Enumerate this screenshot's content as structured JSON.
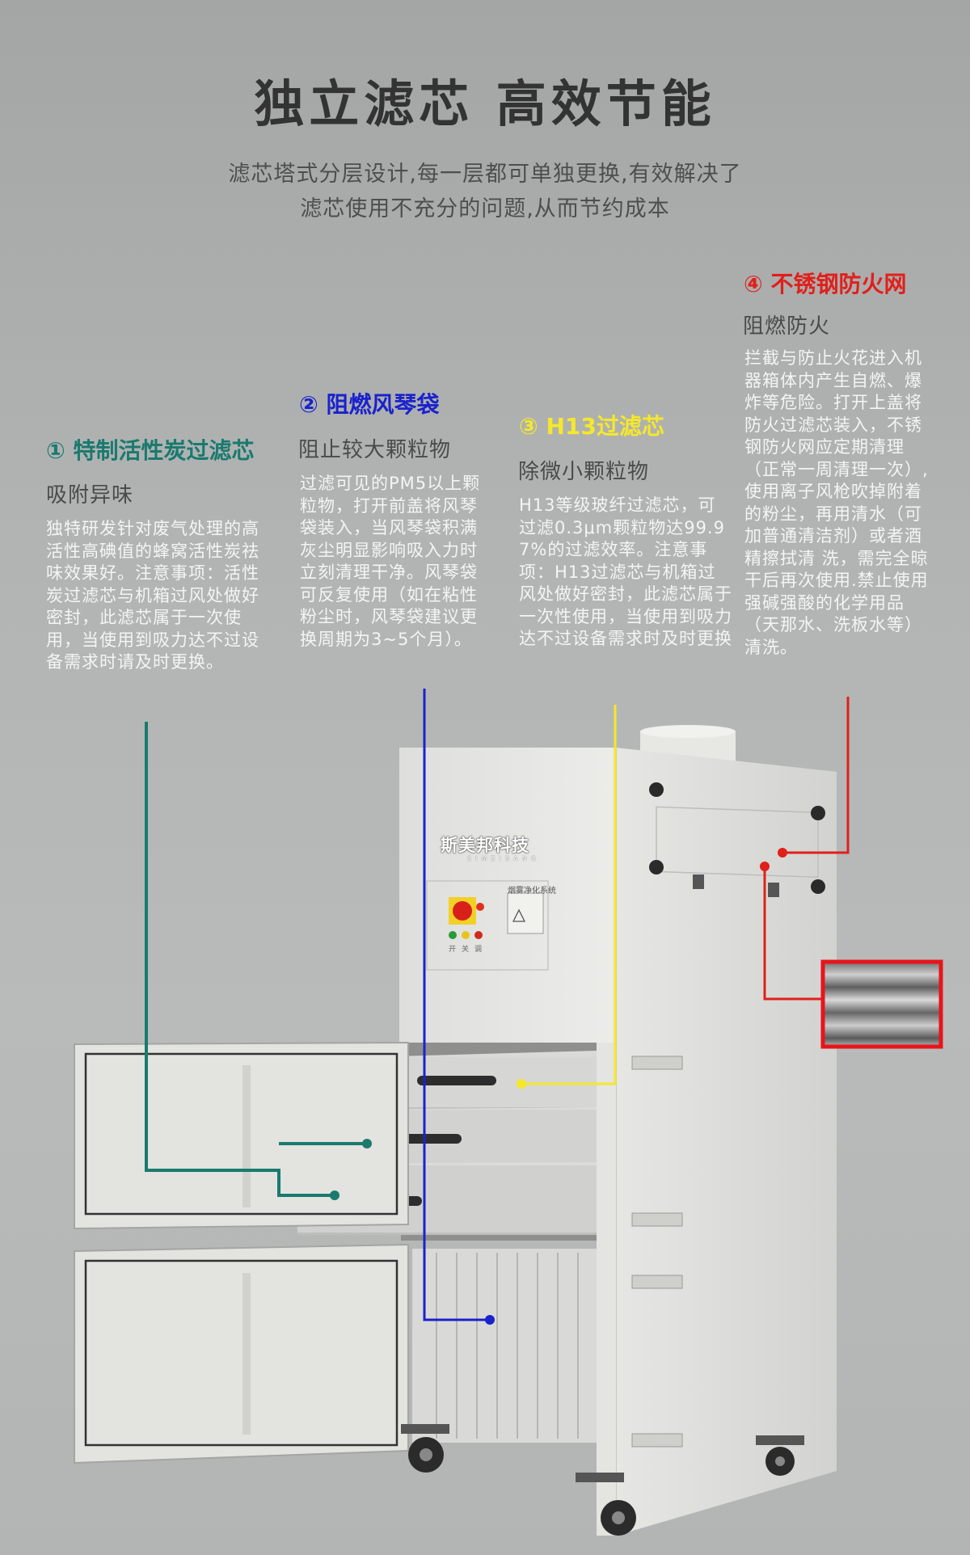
{
  "header": {
    "title": "独立滤芯  高效节能",
    "subtitle_line1": "滤芯塔式分层设计,每一层都可单独更换,有效解决了",
    "subtitle_line2": "滤芯使用不充分的问题,从而节约成本"
  },
  "features": [
    {
      "title": "① 特制活性炭过滤芯",
      "subtitle": "吸附异味",
      "body": "独特研发针对废气处理的高活性高碘值的蜂窝活性炭祛味效果好。注意事项：活性炭过滤芯与机箱过风处做好密封，此滤芯属于一次使用，当使用到吸力达不过设备需求时请及时更换。",
      "color": "#1a7a6e"
    },
    {
      "title": "② 阻燃风琴袋",
      "subtitle": "阻止较大颗粒物",
      "body": "过滤可见的PM5以上颗粒物，打开前盖将风琴袋装入，当风琴袋积满灰尘明显影响吸入力时立刻清理干净。风琴袋可反复使用（如在粘性粉尘时，风琴袋建议更换周期为3~5个月）。",
      "color": "#1a22cc"
    },
    {
      "title": "③ H13过滤芯",
      "subtitle": "除微小颗粒物",
      "body": "H13等级玻纤过滤芯，可过滤0.3μm颗粒物达99.97%的过滤效率。注意事项：H13过滤芯与机箱过风处做好密封，此滤芯属于一次性使用，当使用到吸力达不过设备需求时及时更换",
      "color": "#f5e82a"
    },
    {
      "title": "④ 不锈钢防火网",
      "subtitle": "阻燃防火",
      "body": "拦截与防止火花进入机器箱体内产生自燃、爆炸等危险。打开上盖将防火过滤芯装入，不锈钢防火网应定期清理（正常一周清理一次）,使用离子风枪吹掉附着的粉尘，再用清水（可加普通清洁剂）或者酒精擦拭清 洗，需完全晾干后再次使用.禁止使用强碱强酸的化学用品（天那水、洗板水等）清洗。",
      "color": "#e0201a"
    }
  ],
  "machine": {
    "brand": "斯美邦科技",
    "brand_sub": "SIMEIBANG",
    "panel_title": "烟雾净化系统",
    "button_labels": [
      "开",
      "关",
      "调"
    ]
  },
  "colors": {
    "teal": "#1a7a6e",
    "blue": "#1a22cc",
    "yellow": "#f5e82a",
    "red": "#e0201a",
    "title": "#333333"
  }
}
